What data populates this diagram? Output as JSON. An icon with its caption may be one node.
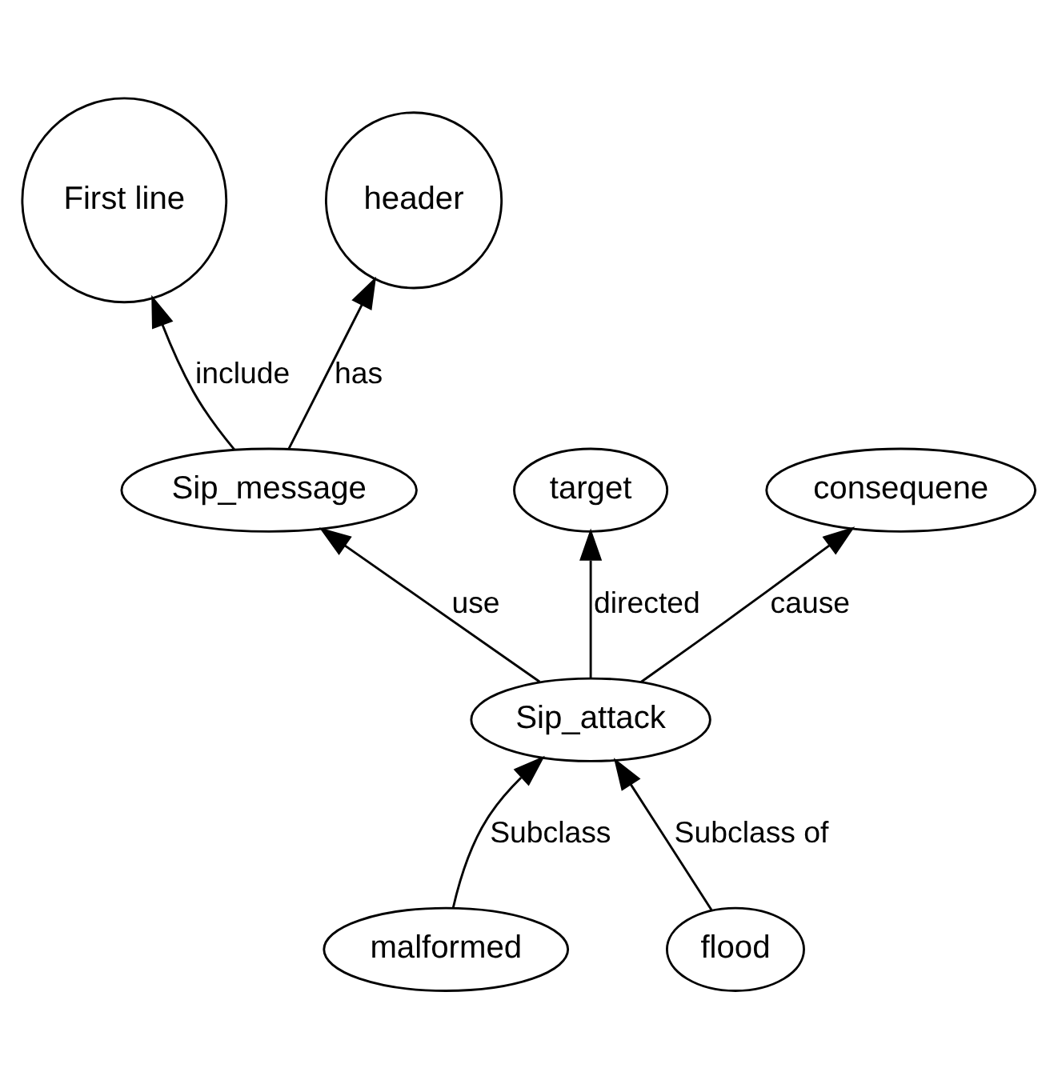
{
  "diagram": {
    "nodes": [
      {
        "text": [
          "First line"
        ]
      },
      {
        "text": [
          "header"
        ]
      },
      {
        "text": [
          "Sip_message"
        ]
      },
      {
        "text": [
          "target"
        ]
      },
      {
        "text": [
          "consequene"
        ]
      },
      {
        "text": [
          "Sip_attack"
        ]
      },
      {
        "text": [
          "malformed"
        ]
      },
      {
        "text": [
          "flood"
        ]
      }
    ],
    "edges": [
      {
        "from": 2,
        "to": 0,
        "arrow": "to",
        "label": "include"
      },
      {
        "from": 2,
        "to": 1,
        "arrow": "to",
        "label": "has"
      },
      {
        "from": 5,
        "to": 2,
        "arrow": "to",
        "label": "use"
      },
      {
        "from": 5,
        "to": 3,
        "arrow": "to",
        "label": "directed"
      },
      {
        "from": 5,
        "to": 4,
        "arrow": "to",
        "label": "cause"
      },
      {
        "from": 6,
        "to": 5,
        "arrow": "to",
        "label": "Subclass"
      },
      {
        "from": 7,
        "to": 5,
        "arrow": "to",
        "label": "Subclass of"
      }
    ]
  }
}
